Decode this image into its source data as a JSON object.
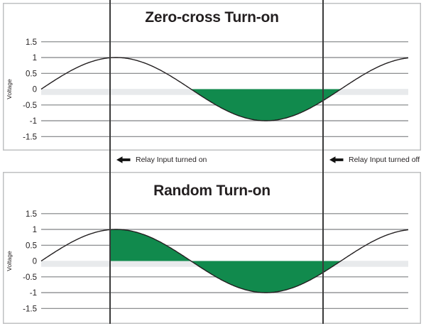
{
  "figure": {
    "description_labels": {
      "voltage_axis": "Voltage"
    }
  },
  "colors": {
    "green": "#118a4d",
    "grid": "#7f8083",
    "band": "#e8eaec",
    "frame": "#bfc0c2",
    "event_line": "#3a3a3a",
    "curve": "#231f20",
    "text": "#231f20",
    "background": "#ffffff"
  },
  "events": [
    {
      "label": "Relay Input turned on",
      "at_deg": 82.7,
      "icon": "left-arrow"
    },
    {
      "label": "Relay Input turned off",
      "at_deg": 338.6,
      "icon": "left-arrow"
    }
  ],
  "chart_data": [
    {
      "type": "line",
      "title": "Zero-cross Turn-on",
      "ylabel": "Voltage",
      "xlabel": "",
      "ytick_labels": [
        "1.5",
        "1",
        "0.5",
        "0",
        "-0.5",
        "-1",
        "-1.5"
      ],
      "ytick_values": [
        1.5,
        1,
        0.5,
        0,
        -0.5,
        -1,
        -1.5
      ],
      "ylim": [
        -1.75,
        1.75
      ],
      "grid": "horizontal-only",
      "legend": "none",
      "wave": {
        "shape": "sine",
        "amplitude": 1,
        "phase_deg": 0,
        "x_range_deg": [
          0,
          441
        ]
      },
      "shaded_regions_deg": [
        {
          "from": 180,
          "to": 360,
          "between": "curve-and-zero",
          "color": "green"
        }
      ],
      "zero_band": {
        "from": 0,
        "to": -0.19,
        "color": "band"
      }
    },
    {
      "type": "line",
      "title": "Random Turn-on",
      "ylabel": "Voltage",
      "xlabel": "",
      "ytick_labels": [
        "1.5",
        "1",
        "0.5",
        "0",
        "-0.5",
        "-1",
        "-1.5"
      ],
      "ytick_values": [
        1.5,
        1,
        0.5,
        0,
        -0.5,
        -1,
        -1.5
      ],
      "ylim": [
        -1.75,
        1.75
      ],
      "grid": "horizontal-only",
      "legend": "none",
      "wave": {
        "shape": "sine",
        "amplitude": 1,
        "phase_deg": 0,
        "x_range_deg": [
          0,
          441
        ]
      },
      "shaded_regions_deg": [
        {
          "from": 82.7,
          "to": 360,
          "between": "curve-and-zero",
          "color": "green"
        }
      ],
      "zero_band": {
        "from": 0,
        "to": -0.19,
        "color": "band"
      }
    }
  ]
}
